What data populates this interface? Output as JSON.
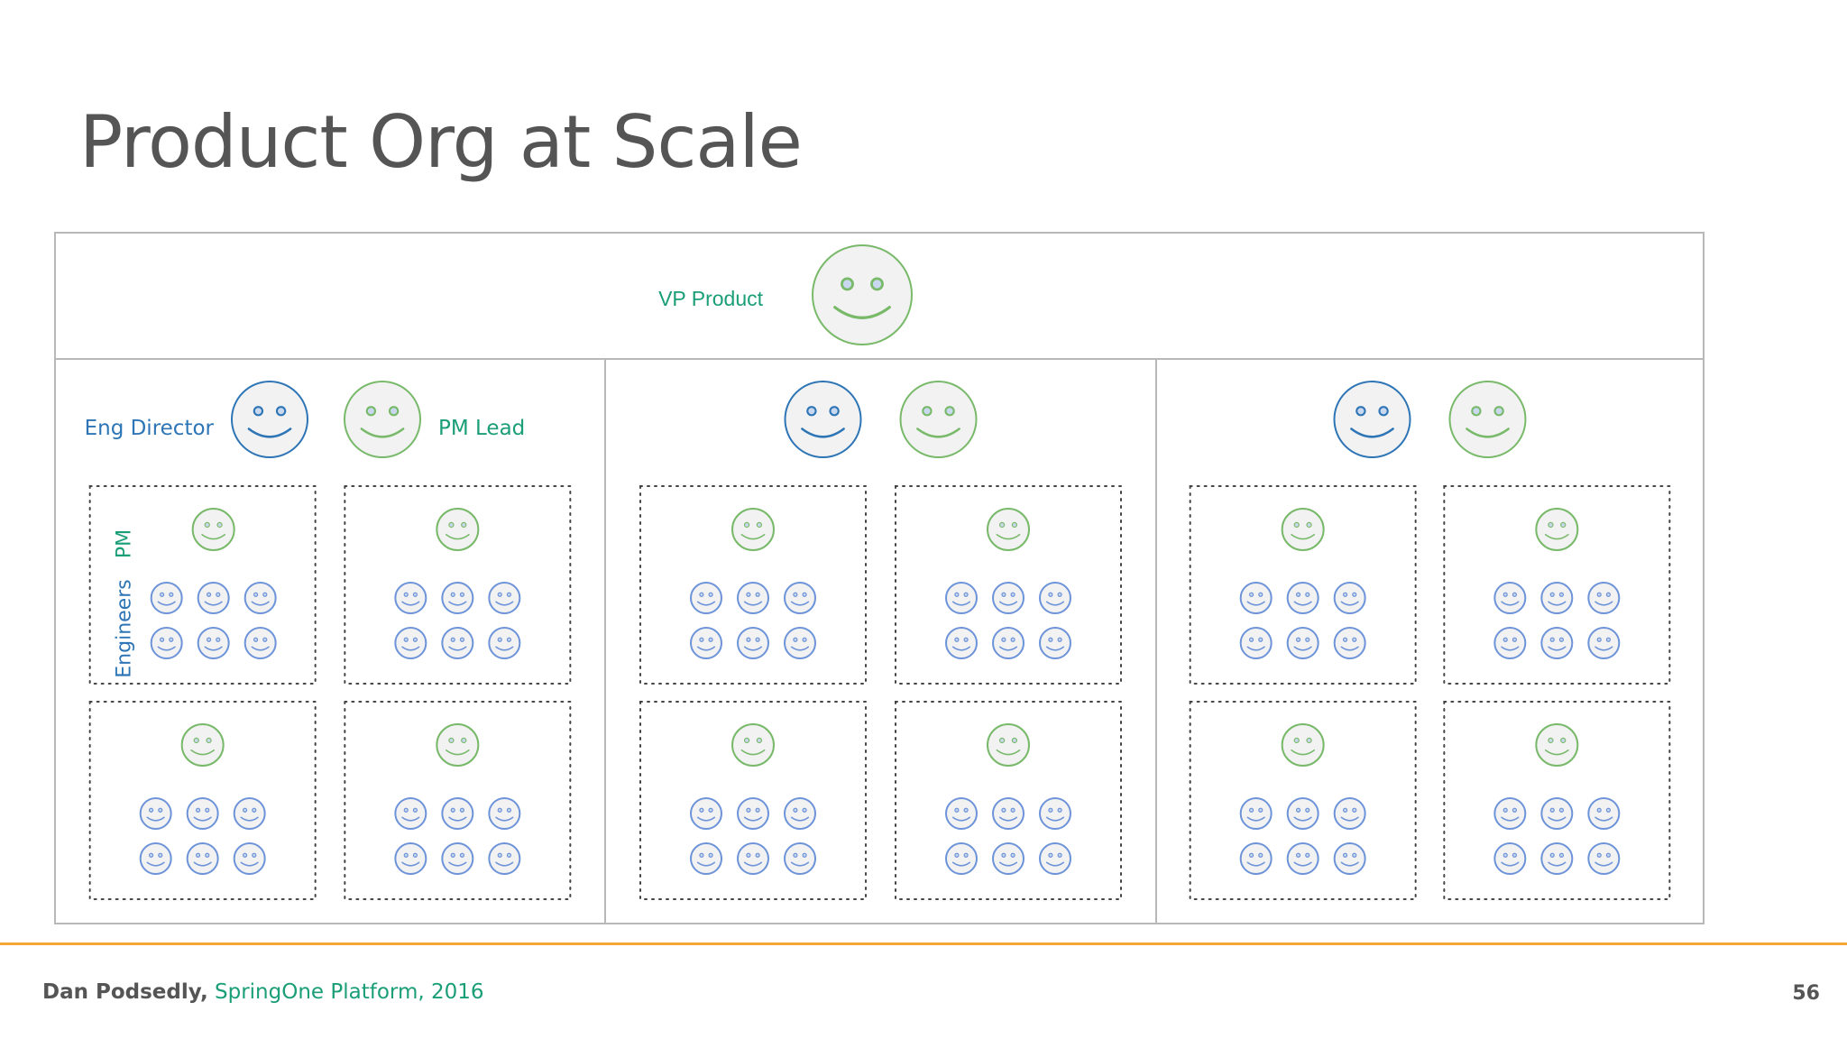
{
  "slide": {
    "title": "Product Org at Scale"
  },
  "diagram": {
    "vp_label": "VP Product",
    "eng_director_label": "Eng Director",
    "pm_lead_label": "PM Lead",
    "pm_label": "PM",
    "engineers_label": "Engineers",
    "groups": [
      {
        "has_labels": true,
        "teams": [
          {
            "engineers": 6
          },
          {
            "engineers": 6
          },
          {
            "engineers": 6
          },
          {
            "engineers": 6
          }
        ]
      },
      {
        "has_labels": false,
        "teams": [
          {
            "engineers": 6
          },
          {
            "engineers": 6
          },
          {
            "engineers": 6
          },
          {
            "engineers": 6
          }
        ]
      },
      {
        "has_labels": false,
        "teams": [
          {
            "engineers": 6
          },
          {
            "engineers": 6
          },
          {
            "engineers": 6
          },
          {
            "engineers": 6
          }
        ]
      }
    ]
  },
  "colors": {
    "product": "#78b96a",
    "product_text": "#1a9e77",
    "engineering": "#2e75b6",
    "engineer_face": "#6d93d9",
    "border": "#b8b8b8",
    "accent_rule": "#f5a636"
  },
  "footer": {
    "author": "Dan Podsedly,",
    "event": "SpringOne Platform, 2016",
    "page_number": "56"
  }
}
